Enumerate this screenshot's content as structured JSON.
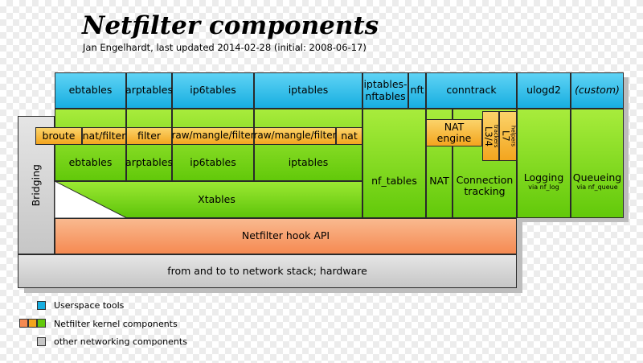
{
  "header": {
    "title": "Netfilter components",
    "subtitle": "Jan Engelhardt, last updated 2014-02-28 (initial: 2008-06-17)"
  },
  "userspace": {
    "ebtables": "ebtables",
    "arptables": "arptables",
    "ip6tables": "ip6tables",
    "iptables": "iptables",
    "iptables_nftables": "iptables-\nnftables",
    "nft": "nft",
    "conntrack": "conntrack",
    "ulogd2": "ulogd2",
    "custom": "(custom)"
  },
  "tables": {
    "broute": "broute",
    "nat_filter": "nat/filter",
    "filter": "filter",
    "raw_mangle_filter_6": "raw/mangle/filter",
    "raw_mangle_filter_4": "raw/mangle/filter",
    "nat": "nat",
    "nat_engine": "NAT\nengine",
    "l34": "L3/4",
    "trackers": "trackers",
    "l7": "L7",
    "helpers": "helpers"
  },
  "kernel": {
    "ebtables": "ebtables",
    "arptables": "arptables",
    "ip6tables": "ip6tables",
    "iptables": "iptables",
    "xtables": "Xtables",
    "nf_tables": "nf_tables",
    "nat": "NAT",
    "conn_tracking": "Connection\ntracking",
    "logging": "Logging",
    "logging_via": "via nf_log",
    "queueing": "Queueing",
    "queueing_via": "via nf_queue",
    "bridging": "Bridging",
    "hook_api": "Netfilter hook API",
    "stack": "from and to to network stack; hardware"
  },
  "legend": {
    "userspace": "Userspace tools",
    "kernel": "Netfilter kernel components",
    "other": "other networking components",
    "colors": {
      "blue": "#17aee0",
      "orange": "#f3a51e",
      "green": "#62c90a",
      "salmon": "#f58a52",
      "gray": "#c6c6c6"
    }
  }
}
